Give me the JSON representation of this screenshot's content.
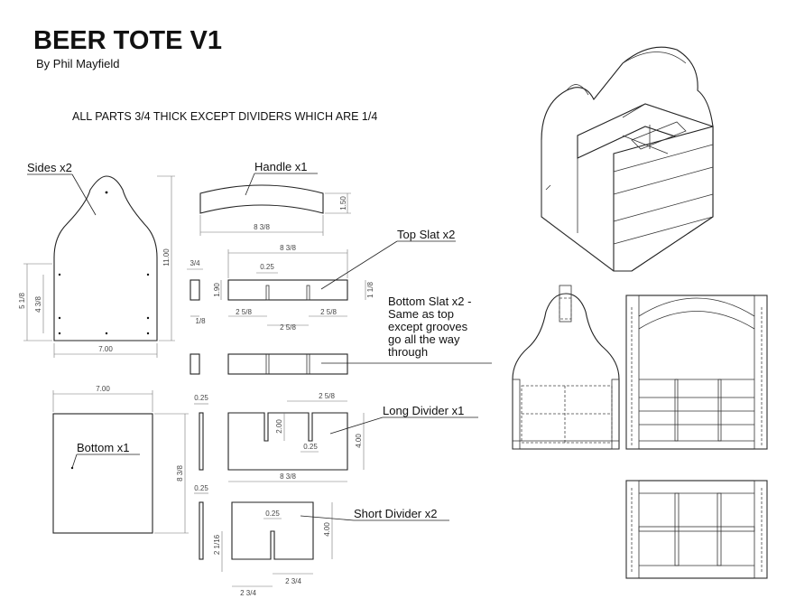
{
  "header": {
    "title": "BEER TOTE V1",
    "author": "By Phil Mayfield",
    "note": "ALL PARTS 3/4 THICK EXCEPT DIVIDERS WHICH ARE 1/4"
  },
  "callouts": {
    "sides": "Sides x2",
    "handle": "Handle x1",
    "top_slat": "Top Slat x2",
    "bottom_slat_1": "Bottom Slat x2 -",
    "bottom_slat_2": "Same as top",
    "bottom_slat_3": "except grooves",
    "bottom_slat_4": "go all the way",
    "bottom_slat_5": "through",
    "long_divider": "Long Divider x1",
    "bottom": "Bottom x1",
    "short_divider": "Short Divider x2"
  },
  "dimensions": {
    "sides_height": "11.00",
    "sides_width": "7.00",
    "sides_inner_a": "5 1/8",
    "sides_inner_b": "4 3/8",
    "handle_length": "8 3/8",
    "handle_height": "1.50",
    "slat_length": "8 3/8",
    "slat_thickness": "3/4",
    "slat_height": "1.90",
    "slat_groove_width": "0.25",
    "slat_groove_depth": "1 1/8",
    "slat_end_left": "2 5/8",
    "slat_end_right": "2 5/8",
    "slat_middle": "2 5/8",
    "slat_small": "1/8",
    "bottom_width": "7.00",
    "bottom_length": "8 3/8",
    "divider_thickness": "0.25",
    "long_divider_offset": "2 5/8",
    "long_divider_slot_depth": "2.00",
    "long_divider_slot_width": "0.25",
    "long_divider_height": "4.00",
    "long_divider_length": "8 3/8",
    "short_divider_thickness": "0.25",
    "short_divider_slot_width": "0.25",
    "short_divider_height": "4.00",
    "short_divider_slot_depth": "2 1/16",
    "short_divider_left": "2 3/4",
    "short_divider_right": "2 3/4"
  }
}
